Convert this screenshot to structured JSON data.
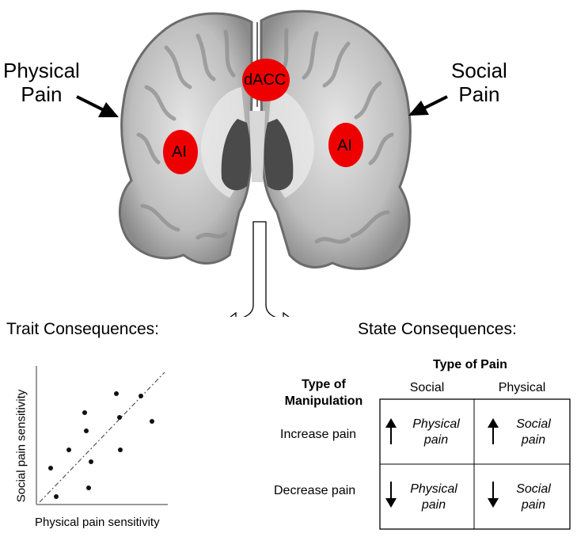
{
  "labels": {
    "physical_pain": [
      "Physical",
      "Pain"
    ],
    "social_pain": [
      "Social",
      "Pain"
    ],
    "regions": {
      "dacc": "dACC",
      "ai_left": "AI",
      "ai_right": "AI"
    }
  },
  "sections": {
    "trait": "Trait Consequences:",
    "state": "State Consequences:"
  },
  "state_table": {
    "header": "Type of Pain",
    "row_header": [
      "Type of",
      "Manipulation"
    ],
    "columns": [
      "Social",
      "Physical"
    ],
    "rows": [
      {
        "label": "Increase pain",
        "direction": "up",
        "cells": [
          [
            "Physical",
            "pain"
          ],
          [
            "Social",
            "pain"
          ]
        ]
      },
      {
        "label": "Decrease pain",
        "direction": "down",
        "cells": [
          [
            "Physical",
            "pain"
          ],
          [
            "Social",
            "pain"
          ]
        ]
      }
    ]
  },
  "scatter": {
    "xlabel": "Physical pain sensitivity",
    "ylabel": "Social pain sensitivity"
  },
  "colors": {
    "region": "#ee0000",
    "text": "#000000",
    "brain": "#9a9a9a"
  }
}
